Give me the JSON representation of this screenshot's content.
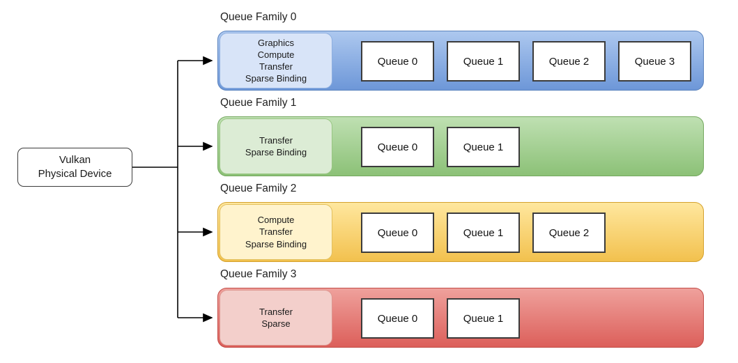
{
  "device": {
    "line1": "Vulkan",
    "line2": "Physical Device"
  },
  "families": [
    {
      "title": "Queue Family 0",
      "capabilities": [
        "Graphics",
        "Compute",
        "Transfer",
        "Sparse Binding"
      ],
      "queues": [
        "Queue 0",
        "Queue 1",
        "Queue 2",
        "Queue 3"
      ],
      "colors": {
        "band_top": "#adc8ef",
        "band_bottom": "#6d97d8",
        "band_border": "#5a82bd",
        "cap_bg": "#d8e4f8",
        "cap_border": "#8fb0e0"
      }
    },
    {
      "title": "Queue Family 1",
      "capabilities": [
        "Transfer",
        "Sparse Binding"
      ],
      "queues": [
        "Queue 0",
        "Queue 1"
      ],
      "colors": {
        "band_top": "#bfe0b2",
        "band_bottom": "#8cc177",
        "band_border": "#74a85e",
        "cap_bg": "#dcecd5",
        "cap_border": "#99c683"
      }
    },
    {
      "title": "Queue Family 2",
      "capabilities": [
        "Compute",
        "Transfer",
        "Sparse Binding"
      ],
      "queues": [
        "Queue 0",
        "Queue 1",
        "Queue 2"
      ],
      "colors": {
        "band_top": "#ffe79e",
        "band_bottom": "#f2c14e",
        "band_border": "#d4a12c",
        "cap_bg": "#fff3cd",
        "cap_border": "#e2c05e"
      }
    },
    {
      "title": "Queue Family 3",
      "capabilities": [
        "Transfer",
        "Sparse"
      ],
      "queues": [
        "Queue 0",
        "Queue 1"
      ],
      "colors": {
        "band_top": "#efa19c",
        "band_bottom": "#dc5f5a",
        "band_border": "#c14b46",
        "cap_bg": "#f3cfcb",
        "cap_border": "#dd9790"
      }
    }
  ],
  "colors": {
    "background": "#ffffff",
    "connector": "#000000",
    "queue_box_bg": "#ffffff",
    "queue_box_border": "#3b3b3b",
    "text": "#1a1a1a"
  }
}
